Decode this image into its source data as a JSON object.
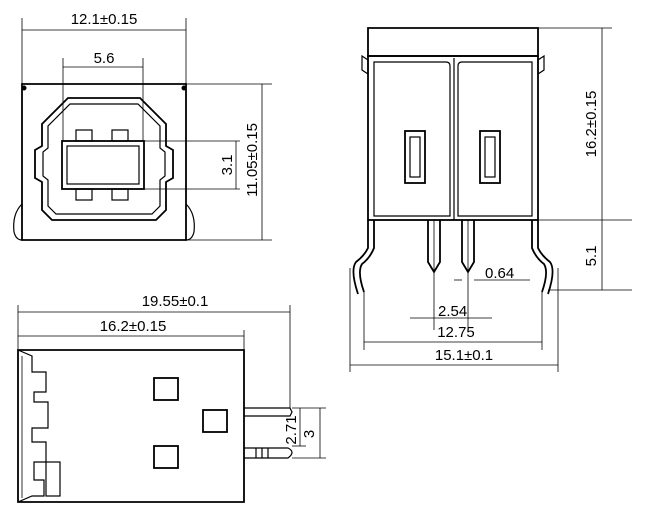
{
  "dimensions": {
    "front_width": "12.1±0.15",
    "front_inner_width": "5.6",
    "front_height": "11.05±0.15",
    "front_inner_height": "3.1",
    "side_height": "16.2±0.15",
    "side_pin_length": "5.1",
    "pin_width": "0.64",
    "pin_pitch": "2.54",
    "leg_span": "12.75",
    "side_width": "15.1±0.1",
    "bottom_total_length": "19.55±0.1",
    "bottom_body_length": "16.2±0.15",
    "bottom_pin_offset": "2.71",
    "bottom_pin_height": "3"
  }
}
